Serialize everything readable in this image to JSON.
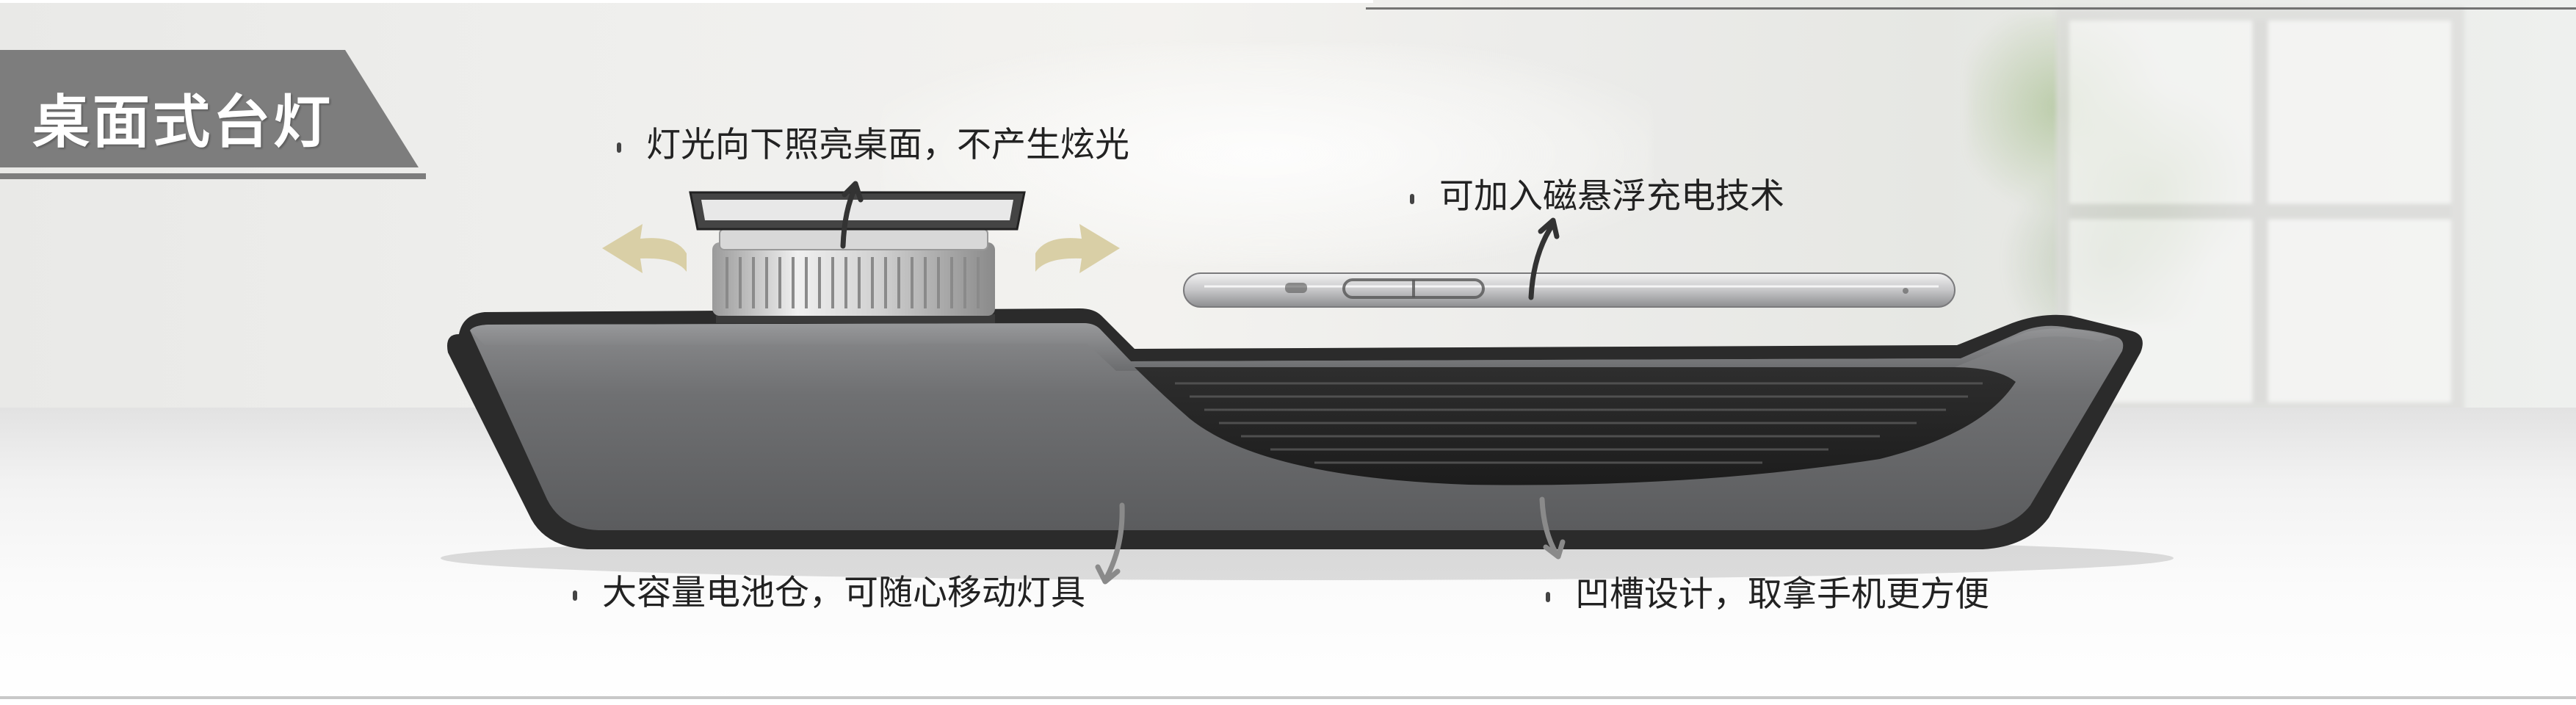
{
  "title": "桌面式台灯",
  "callouts": {
    "light": "灯光向下照亮桌面，不产生炫光",
    "magnetic": "可加入磁悬浮充电技术",
    "battery": "大容量电池仓，可随心移动灯具",
    "groove": "凹槽设计，取拿手机更方便"
  },
  "colors": {
    "banner": "#7d7d7d",
    "base_body": "#6d6e70",
    "base_edge": "#2a2a2a",
    "arrow_gold": "#d9cfa6",
    "text": "#222222"
  }
}
